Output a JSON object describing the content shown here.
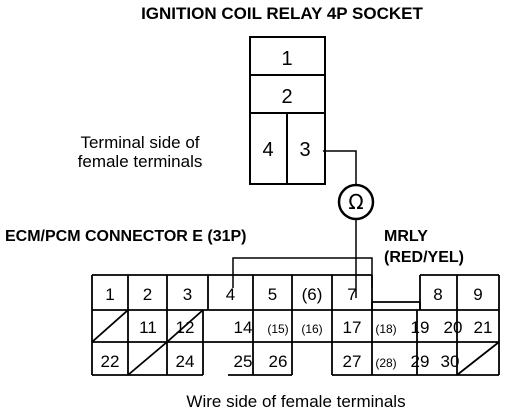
{
  "header": {
    "title": "IGNITION COIL RELAY 4P SOCKET"
  },
  "relay_socket": {
    "note_line1": "Terminal side of",
    "note_line2": "female terminals",
    "pins": [
      "1",
      "2",
      "4",
      "3"
    ]
  },
  "meter": {
    "symbol": "Ω"
  },
  "ecm": {
    "title": "ECM/PCM CONNECTOR E (31P)",
    "wire_name": "MRLY",
    "wire_color": "(RED/YEL)",
    "row1": [
      "1",
      "2",
      "3",
      "4",
      "5",
      "(6)",
      "7",
      "8",
      "9"
    ],
    "row2": [
      "11",
      "12",
      "14",
      "(15)",
      "(16)",
      "17",
      "(18)",
      "19",
      "20",
      "21"
    ],
    "row3": [
      "22",
      "24",
      "25",
      "26",
      "27",
      "(28)",
      "29",
      "30"
    ],
    "note": "Wire side of female terminals"
  }
}
